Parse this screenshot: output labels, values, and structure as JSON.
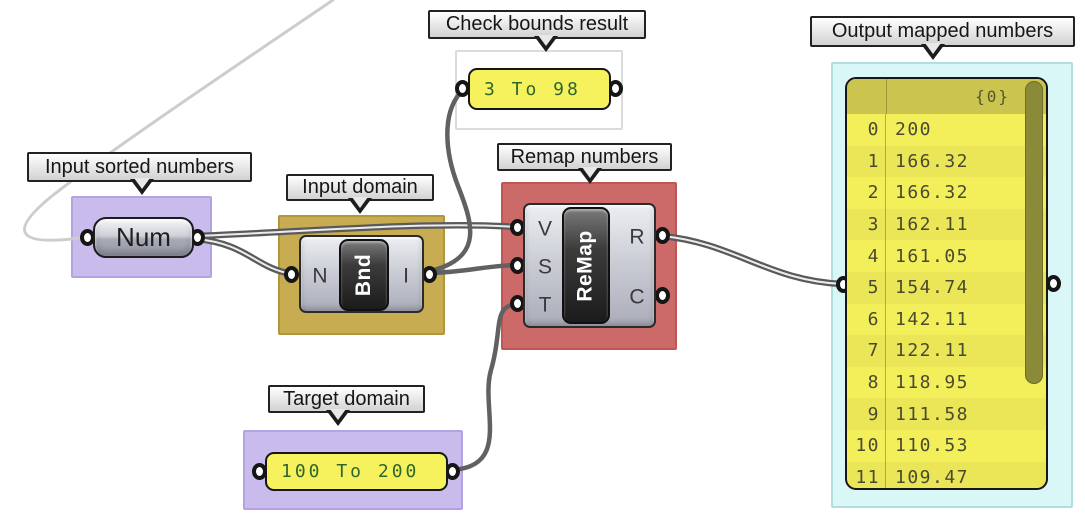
{
  "app": "grasshopper-canvas",
  "callouts": {
    "input_numbers": "Input sorted numbers",
    "input_domain": "Input domain",
    "check_bounds": "Check bounds result",
    "remap": "Remap numbers",
    "target_domain": "Target domain",
    "output": "Output mapped numbers"
  },
  "components": {
    "number": {
      "label": "Num"
    },
    "bounds": {
      "label": "Bnd",
      "input": "N",
      "output": "I"
    },
    "remap": {
      "label": "ReMap",
      "inputs": [
        "V",
        "S",
        "T"
      ],
      "outputs": [
        "R",
        "C"
      ]
    }
  },
  "panels": {
    "check_bounds": {
      "value": "3 To 98"
    },
    "target_domain": {
      "value": "100 To 200"
    },
    "output": {
      "header": "{0}",
      "rows": [
        {
          "index": "0",
          "value": "200"
        },
        {
          "index": "1",
          "value": "166.32"
        },
        {
          "index": "2",
          "value": "166.32"
        },
        {
          "index": "3",
          "value": "162.11"
        },
        {
          "index": "4",
          "value": "161.05"
        },
        {
          "index": "5",
          "value": "154.74"
        },
        {
          "index": "6",
          "value": "142.11"
        },
        {
          "index": "7",
          "value": "122.11"
        },
        {
          "index": "8",
          "value": "118.95"
        },
        {
          "index": "9",
          "value": "111.58"
        },
        {
          "index": "10",
          "value": "110.53"
        },
        {
          "index": "11",
          "value": "109.47"
        }
      ]
    }
  },
  "colors": {
    "group_purple": "#C9BBEB",
    "group_olive": "#C8AC52",
    "group_red": "#CC6A6A",
    "group_cyan": "#D9F7F7",
    "panel_yellow": "#F6F25E",
    "panel_header": "#CBC550",
    "scrollbar_thumb": "#8A8A38",
    "wire": "#5A5A5A",
    "wire_faint": "#CDCDCD",
    "panel_text_green": "#2E662E",
    "panel_text_dark": "#4A4A30"
  }
}
